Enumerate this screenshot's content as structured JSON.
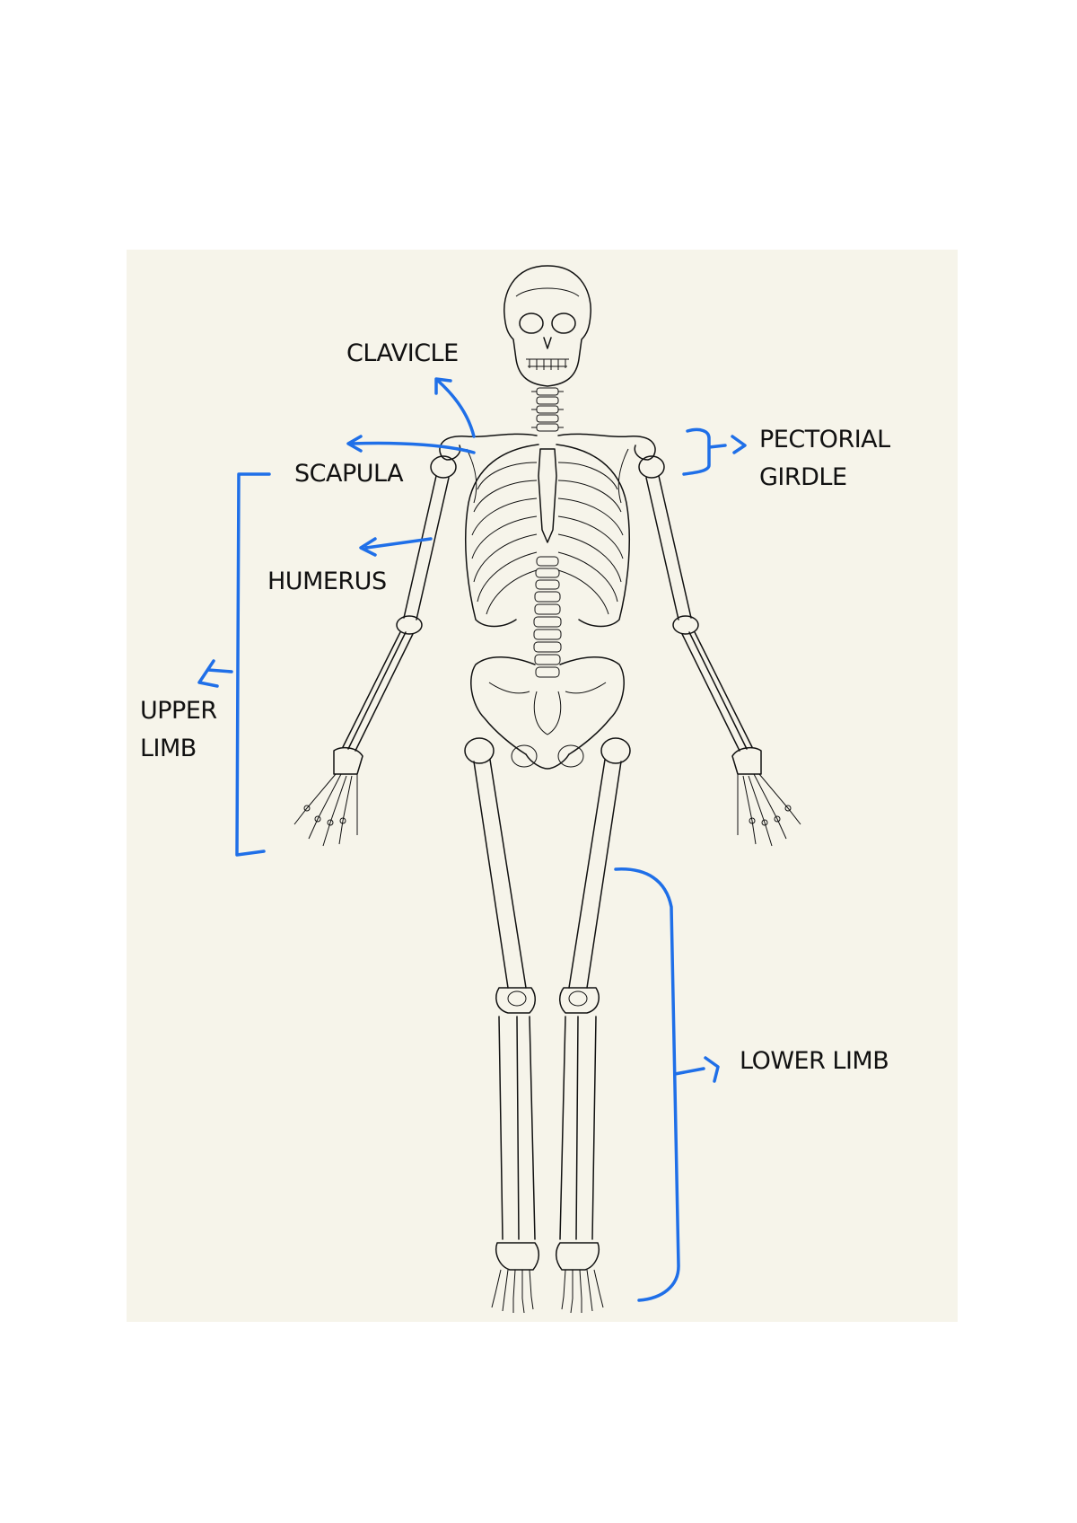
{
  "diagram": {
    "labels": {
      "clavicle": "CLAVICLE",
      "scapula": "SCAPULA",
      "humerus": "HUMERUS",
      "upper_limb_1": "UPPER",
      "upper_limb_2": "LIMB",
      "pectorial_1": "PECTORIAL",
      "pectorial_2": "GIRDLE",
      "lower_limb": "LOWER LIMB"
    },
    "colors": {
      "panel_background": "#f6f4ea",
      "annotation": "#1f6fe8",
      "outline": "#111111"
    }
  }
}
